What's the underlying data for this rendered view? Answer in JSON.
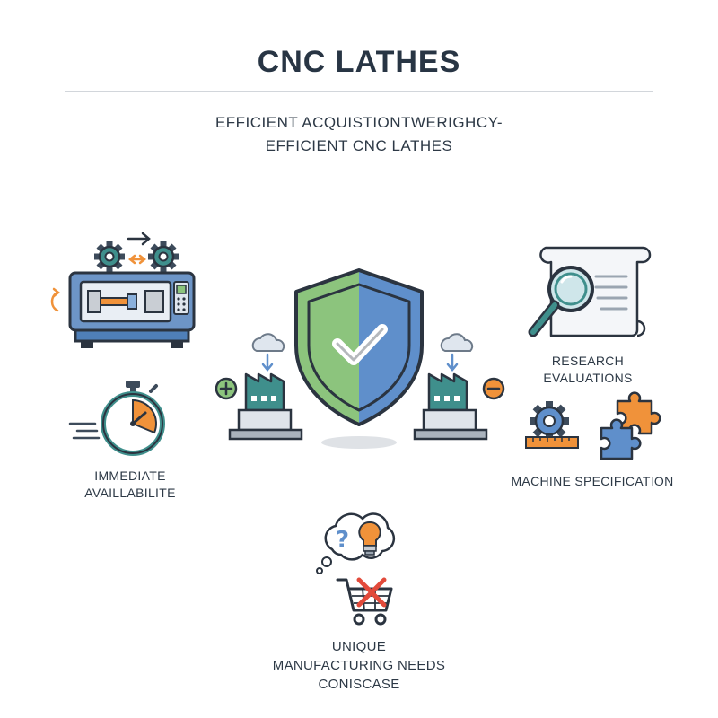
{
  "title": "CNC LATHES",
  "subtitle": {
    "line1": "EFFICIENT ACQUISTIONTWERIGHCY-",
    "line2": "EFFICIENT CNC LATHES"
  },
  "labels": {
    "immediate_line1": "IMMEDIATE",
    "immediate_line2": "AVAILLABILITE",
    "research_line1": "RESEARCH",
    "research_line2": "EVALUATIONS",
    "machine_spec": "MACHINE SPECIFICATION",
    "unique_line1": "UNIQUE",
    "unique_line2": "MANUFACTURING NEEDS",
    "unique_line3": "CONISCASE"
  },
  "icons": [
    "gear-icon",
    "cnc-lathe-icon",
    "stopwatch-icon",
    "shield-check-icon",
    "factory-icon",
    "cloud-icon",
    "plus-icon",
    "minus-icon",
    "document-magnifier-icon",
    "puzzle-icon",
    "ruler-icon",
    "thought-bubble-icon",
    "question-mark-icon",
    "lightbulb-icon",
    "shopping-cart-icon"
  ],
  "colors": {
    "navy": "#283544",
    "green": "#8cc47d",
    "blue": "#5f8fcb",
    "orange": "#f0923a",
    "teal": "#3f8f8c",
    "gray": "#c9ced4",
    "red": "#e24a3b"
  }
}
